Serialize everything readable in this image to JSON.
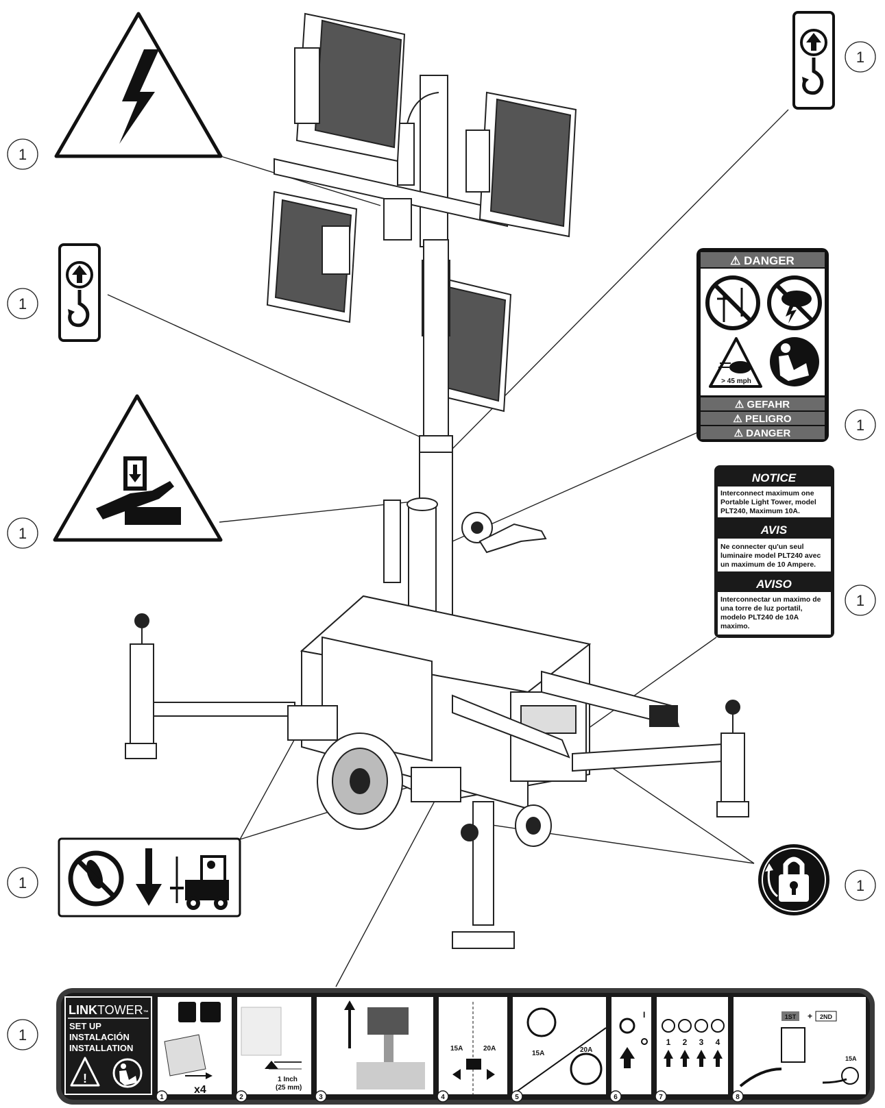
{
  "callout_number": "1",
  "danger_label": {
    "header": "DANGER",
    "wind_text": "> 45 mph",
    "footer": [
      "GEFAHR",
      "PELIGRO",
      "DANGER"
    ]
  },
  "notice_label": {
    "sections": [
      {
        "title": "NOTICE",
        "lines": [
          "Interconnect maximum one",
          "Portable Light Tower, model",
          "PLT240, Maximum 10A."
        ]
      },
      {
        "title": "AVIS",
        "lines": [
          "Ne connecter qu'un seul",
          "luminaire model PLT240 avec",
          "un maximum de 10 Ampere."
        ]
      },
      {
        "title": "AVISO",
        "lines": [
          "Interconnectar un maximo de",
          "una torre de luz portatil,",
          "modelo PLT240 de 10A",
          "maximo."
        ]
      }
    ]
  },
  "setup_label": {
    "brand_bold": "LINK",
    "brand_light": "TOWER",
    "tm": "™",
    "lines": [
      "SET UP",
      "INSTALACIÓN",
      "INSTALLATION"
    ],
    "step_numbers": [
      "1",
      "2",
      "3",
      "4",
      "5",
      "6",
      "7",
      "8"
    ],
    "step1_text": "x4",
    "step2_text": [
      "1 Inch",
      "(25 mm)"
    ],
    "step4_amps": [
      "15A",
      "20A"
    ],
    "step5_amps": [
      "15A",
      "20A"
    ],
    "step6_text": "I",
    "step7_numbers": [
      "1",
      "2",
      "3",
      "4"
    ],
    "step8_text": [
      "1ST",
      "2ND",
      "15A"
    ]
  },
  "colors": {
    "ink": "#111111",
    "label_grey": "#6b6b6b",
    "header_dark": "#3a3a3a",
    "notice_black": "#1a1a1a"
  }
}
